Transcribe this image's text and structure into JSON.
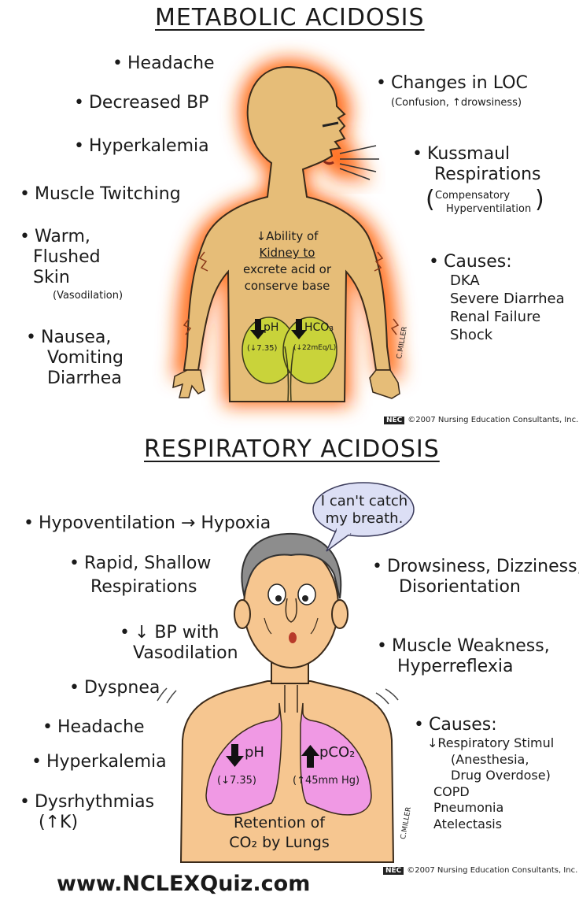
{
  "metabolic": {
    "title": "METABOLIC ACIDOSIS",
    "left": [
      "Headache",
      "Decreased BP",
      "Hyperkalemia",
      "Muscle Twitching",
      "Warm,",
      "Flushed",
      "Skin",
      "(Vasodilation)",
      "Nausea,",
      "Vomiting",
      "Diarrhea"
    ],
    "loc": "Changes in LOC",
    "loc_note": "(Confusion, ↑drowsiness)",
    "kussmaul": [
      "Kussmaul",
      "Respirations"
    ],
    "kussmaul_note": [
      "Compensatory",
      "Hyperventilation"
    ],
    "causes_label": "Causes:",
    "causes": [
      "DKA",
      "Severe Diarrhea",
      "Renal Failure",
      "Shock"
    ],
    "kidney_text": [
      "↓Ability of",
      "Kidney to",
      "excrete acid or",
      "conserve base"
    ],
    "ph": "pH",
    "ph_val": "(↓7.35)",
    "hco3": "HCO₃",
    "hco3_val": "(↓22mEq/L)",
    "copyright": "©2007 Nursing Education Consultants, Inc."
  },
  "respiratory": {
    "title": "RESPIRATORY ACIDOSIS",
    "bubble": [
      "I can't catch",
      "my breath."
    ],
    "left": [
      "Hypoventilation → Hypoxia",
      "Rapid, Shallow",
      "Respirations",
      "↓ BP with",
      "Vasodilation",
      "Dyspnea",
      "Headache",
      "Hyperkalemia",
      "Dysrhythmias",
      "(↑K)"
    ],
    "right": [
      "Drowsiness, Dizziness,",
      "Disorientation",
      "Muscle Weakness,",
      "Hyperreflexia"
    ],
    "causes_label": "Causes:",
    "causes": [
      "↓Respiratory Stimul",
      "(Anesthesia,",
      "Drug Overdose)",
      "COPD",
      "Pneumonia",
      "Atelectasis"
    ],
    "ph": "pH",
    "ph_val": "(↓7.35)",
    "pco2": "pCO₂",
    "pco2_val": "(↑45mm Hg)",
    "retention": [
      "Retention of",
      "CO₂ by Lungs"
    ],
    "copyright": "©2007 Nursing Education Consultants, Inc."
  },
  "logo": "NEC",
  "signature": "C.MILLER",
  "website": "www.NCLEXQuiz.com",
  "colors": {
    "glow": "#ff6a12",
    "skin": "#e6bd78",
    "kidney": "#c9d33a",
    "lungs": "#f099e4",
    "hair": "#8d8d8d",
    "bubble": "#dcdff5",
    "body2": "#f6c690"
  }
}
